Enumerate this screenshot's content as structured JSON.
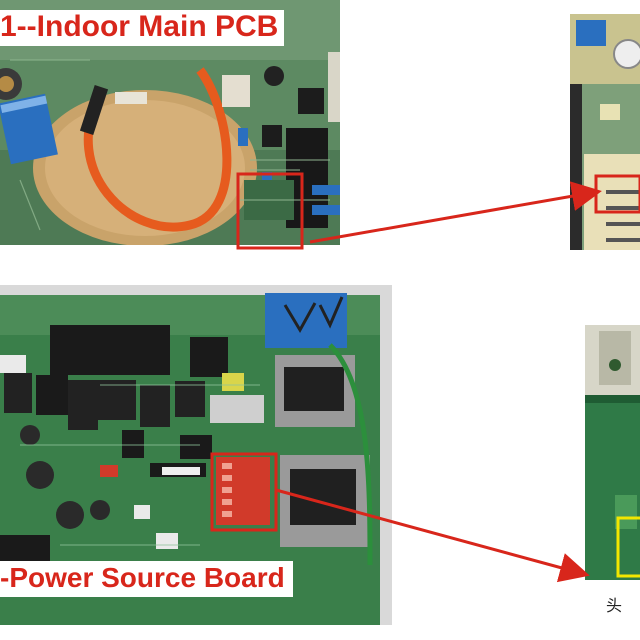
{
  "captions": {
    "top": "1--Indoor Main PCB",
    "bottom": "-Power Source Board"
  },
  "partial_text": "头",
  "colors": {
    "highlight_red": "#d8261b",
    "highlight_yellow": "#f2e600",
    "pcb_green": "#3f7a4a",
    "wire_orange": "#e65b1e"
  }
}
